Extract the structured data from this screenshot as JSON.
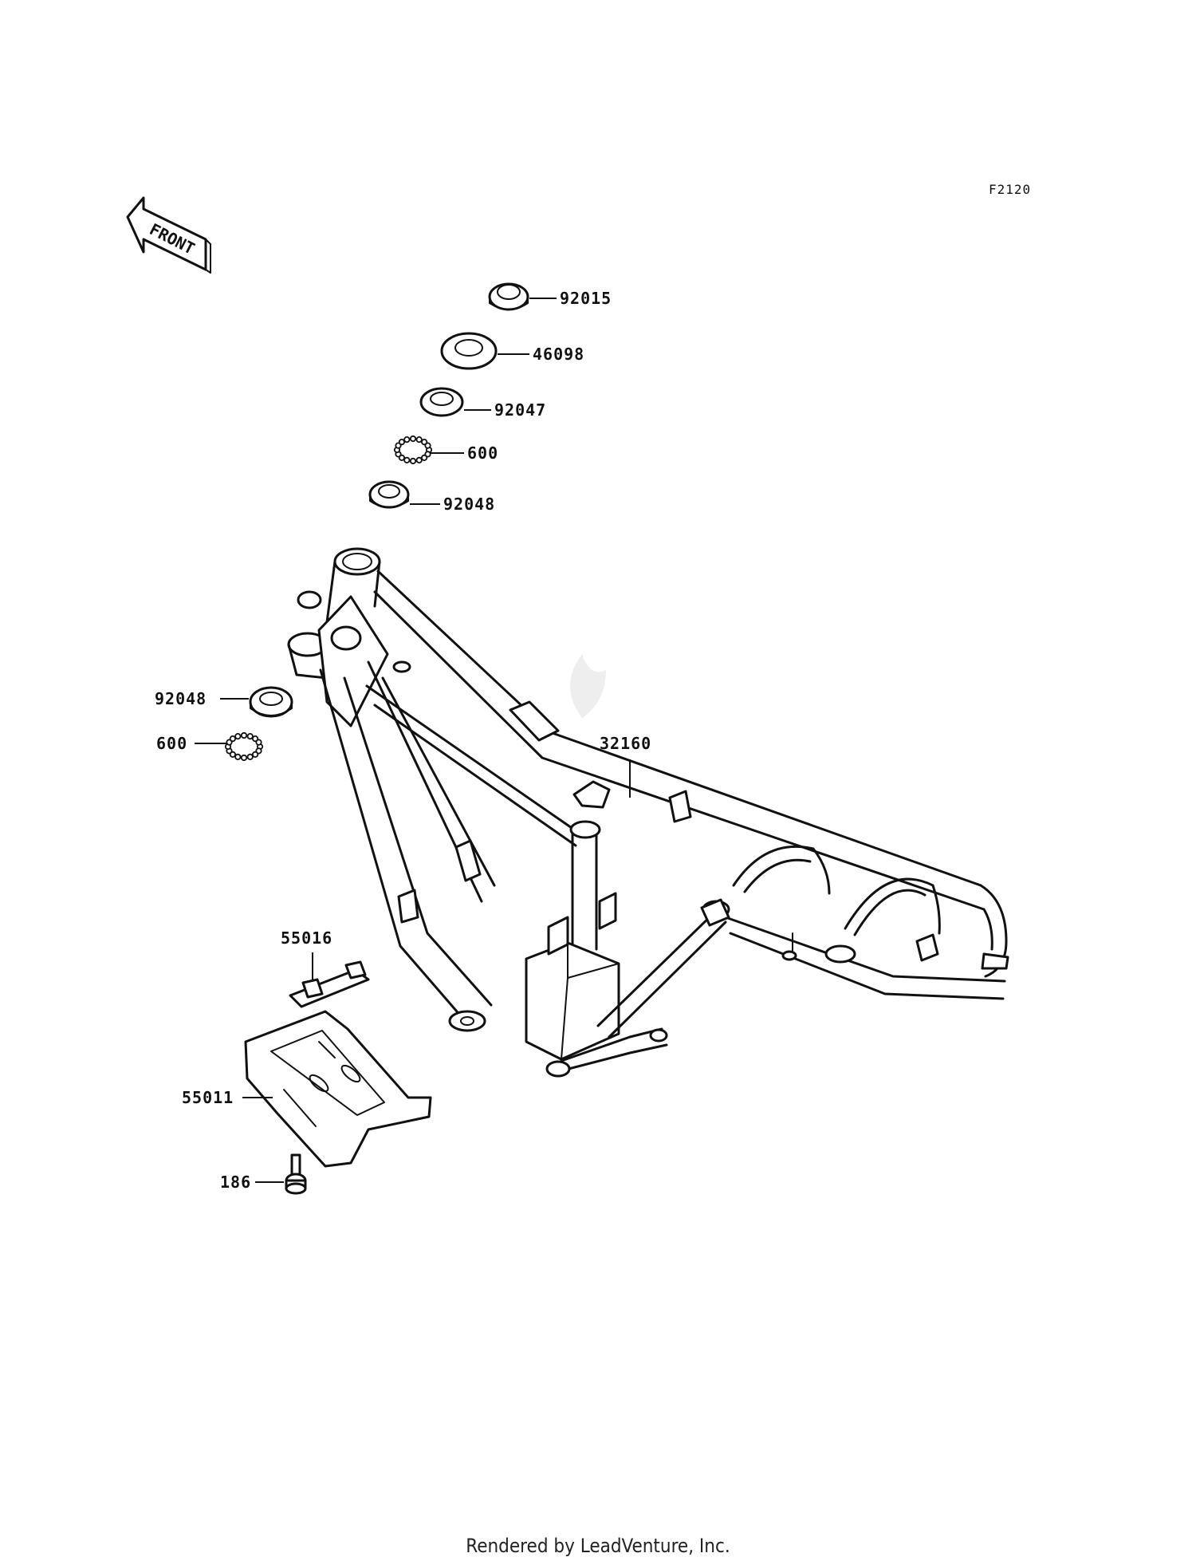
{
  "diagram_code": "F2120",
  "front_arrow_label": "FRONT",
  "credit": "Rendered by LeadVenture, Inc.",
  "parts": [
    {
      "id": "92015",
      "label": "92015"
    },
    {
      "id": "46098",
      "label": "46098"
    },
    {
      "id": "92047",
      "label": "92047"
    },
    {
      "id": "600-top",
      "label": "600"
    },
    {
      "id": "92048-top",
      "label": "92048"
    },
    {
      "id": "92048-left",
      "label": "92048"
    },
    {
      "id": "600-left",
      "label": "600"
    },
    {
      "id": "32160",
      "label": "32160"
    },
    {
      "id": "55016",
      "label": "55016"
    },
    {
      "id": "55011",
      "label": "55011"
    },
    {
      "id": "186",
      "label": "186"
    }
  ]
}
